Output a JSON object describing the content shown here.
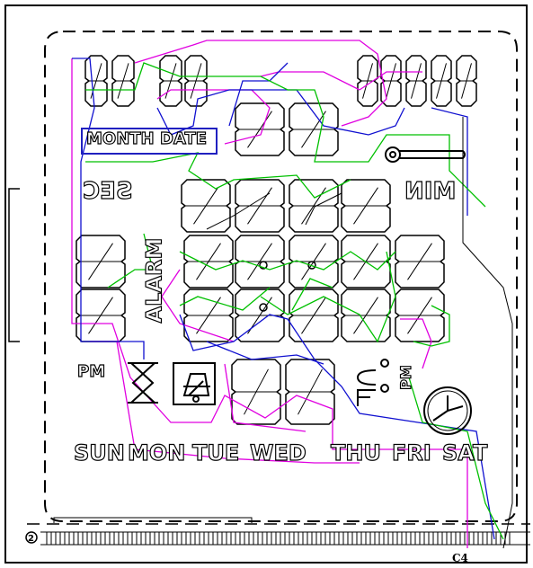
{
  "labels": {
    "month": "MONTH",
    "date": "DATE",
    "sec": "SEC",
    "min": "MIN",
    "alarm": "ALARM",
    "pm_left": "PM",
    "pm_right": "PM",
    "days": [
      "SUN",
      "MON",
      "TUE",
      "WED",
      "THU",
      "FRI",
      "SAT"
    ],
    "footer_code": "C4"
  },
  "colors": {
    "segment": "#000000",
    "trace_magenta": "#e000e0",
    "trace_blue": "#1010d0",
    "trace_green": "#00c000",
    "border": "#000000"
  },
  "icons": [
    "hourglass-icon",
    "bell-icon",
    "thermometer-icon",
    "clock-icon",
    "celsius-icon",
    "fahrenheit-icon"
  ]
}
